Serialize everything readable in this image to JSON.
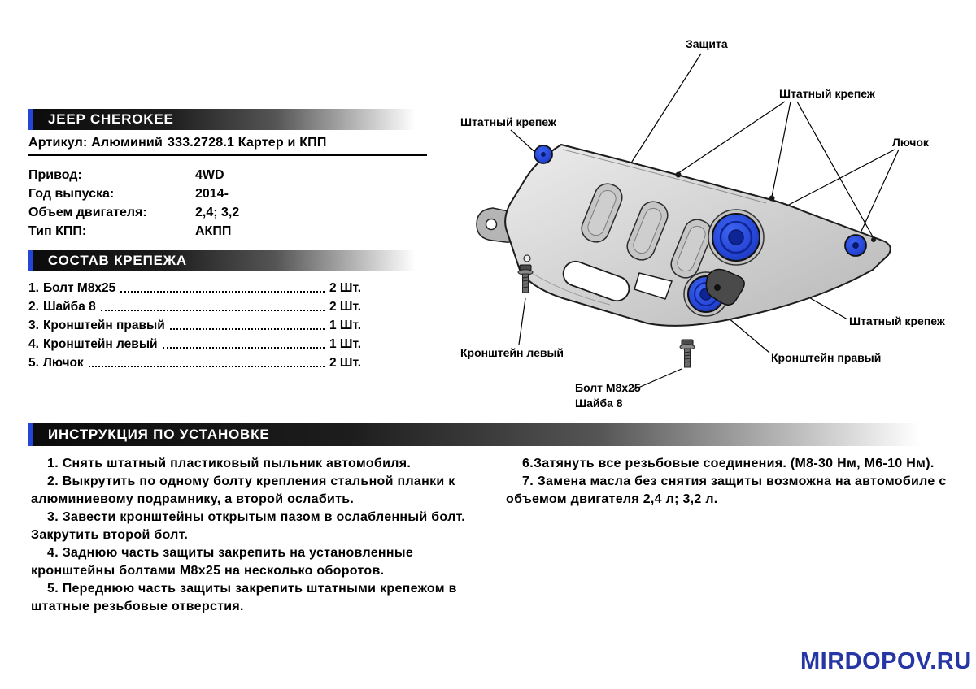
{
  "header": {
    "title": "JEEP CHEROKEE"
  },
  "article": {
    "label": "Артикул: Алюминий",
    "value": "333.2728.1 Картер и КПП"
  },
  "specs": [
    {
      "label": "Привод:",
      "value": "4WD"
    },
    {
      "label": "Год выпуска:",
      "value": "2014-"
    },
    {
      "label": "Объем двигателя:",
      "value": "2,4; 3,2"
    },
    {
      "label": "Тип КПП:",
      "value": "АКПП"
    }
  ],
  "fasteners": {
    "title": "СОСТАВ КРЕПЕЖА",
    "items": [
      {
        "num": "1.",
        "name": "Болт М8х25",
        "qty": "2 Шт."
      },
      {
        "num": "2.",
        "name": "Шайба 8",
        "qty": "2 Шт."
      },
      {
        "num": "3.",
        "name": "Кронштейн правый",
        "qty": "1 Шт."
      },
      {
        "num": "4.",
        "name": "Кронштейн левый",
        "qty": "1 Шт."
      },
      {
        "num": "5.",
        "name": "Лючок",
        "qty": "2 Шт."
      }
    ]
  },
  "diagram": {
    "labels": [
      {
        "id": "zashchita",
        "text": "Защита"
      },
      {
        "id": "shtatny-krepezh-top",
        "text": "Штатный крепеж"
      },
      {
        "id": "shtatny-krepezh-left",
        "text": "Штатный крепеж"
      },
      {
        "id": "lyuchok",
        "text": "Лючок"
      },
      {
        "id": "shtatny-krepezh-right",
        "text": "Штатный крепеж"
      },
      {
        "id": "kronshtein-levyi",
        "text": "Кронштейн левый"
      },
      {
        "id": "kronshtein-pravyi",
        "text": "Кронштейн правый"
      },
      {
        "id": "bolt-m8x25",
        "text": "Болт М8х25"
      },
      {
        "id": "shaiba-8",
        "text": "Шайба 8"
      }
    ]
  },
  "instructions": {
    "title": "ИНСТРУКЦИЯ ПО УСТАНОВКЕ",
    "left": [
      "1. Снять штатный пластиковый пыльник автомобиля.",
      "2. Выкрутить по одному болту крепления стальной планки к алюминиевому подрамнику, а второй ослабить.",
      "3. Завести кронштейны открытым пазом в ослабленный болт. Закрутить второй болт.",
      "4. Заднюю часть защиты закрепить на установленные кронштейны болтами М8х25 на несколько оборотов.",
      "5. Переднюю часть защиты закрепить штатными крепежом в штатные резьбовые отверстия."
    ],
    "right": [
      "6.Затянуть все резьбовые соединения. (М8-30 Нм, М6-10 Нм).",
      "7. Замена масла без снятия защиты возможна на автомобиле с объемом двигателя 2,4 л; 3,2 л."
    ]
  },
  "watermark": "MIRDOPOV.RU",
  "colors": {
    "accent_blue": "#2545d6",
    "watermark_blue": "#2636a4",
    "bar_dark": "#0b0b0b",
    "plate_gray": "#d2d2d2",
    "hatch_blue": "#2545d6"
  }
}
